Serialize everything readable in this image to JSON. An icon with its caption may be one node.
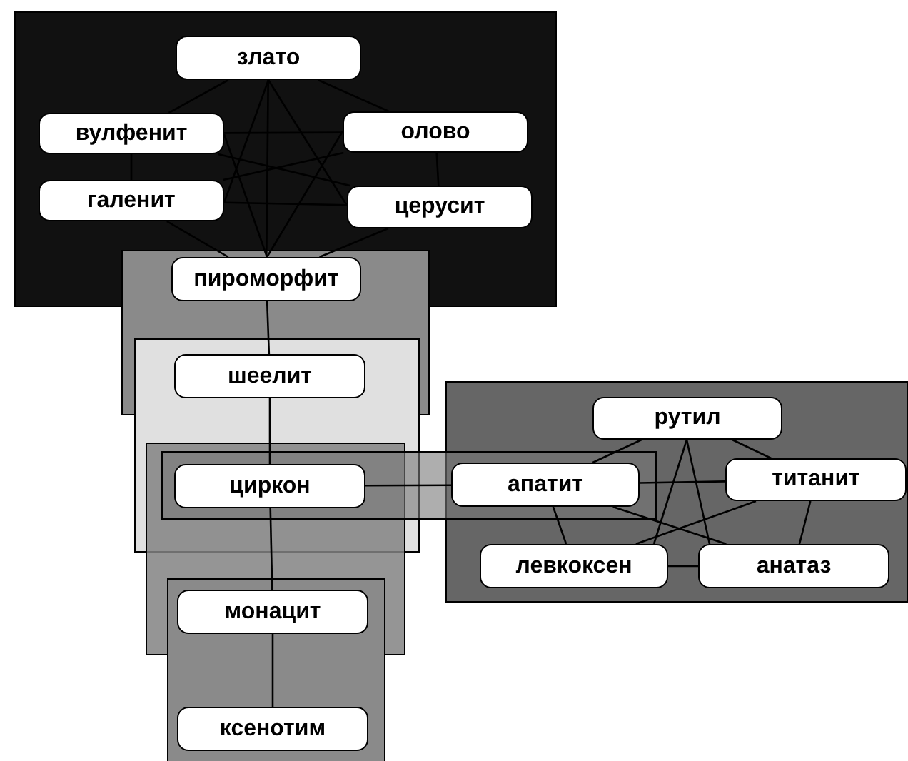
{
  "diagram": {
    "nodes": [
      {
        "text": [
          "злато"
        ]
      },
      {
        "text": [
          "вулфенит"
        ]
      },
      {
        "text": [
          "олово"
        ]
      },
      {
        "text": [
          "галенит"
        ]
      },
      {
        "text": [
          "церусит"
        ]
      },
      {
        "text": [
          "пироморфит"
        ]
      },
      {
        "text": [
          "шеелит"
        ]
      },
      {
        "text": [
          "рутил"
        ]
      },
      {
        "text": [
          "циркон"
        ]
      },
      {
        "text": [
          "апатит"
        ]
      },
      {
        "text": [
          "титанит"
        ]
      },
      {
        "text": [
          "левкоксен"
        ]
      },
      {
        "text": [
          "анатаз"
        ]
      },
      {
        "text": [
          "монацит"
        ]
      },
      {
        "text": [
          "ксенотим"
        ]
      }
    ],
    "edges": [
      {
        "from": 0,
        "to": 1,
        "arrow": "none"
      },
      {
        "from": 0,
        "to": 2,
        "arrow": "none"
      },
      {
        "from": 0,
        "to": 3,
        "arrow": "none"
      },
      {
        "from": 0,
        "to": 4,
        "arrow": "none"
      },
      {
        "from": 0,
        "to": 5,
        "arrow": "none"
      },
      {
        "from": 1,
        "to": 2,
        "arrow": "none"
      },
      {
        "from": 1,
        "to": 3,
        "arrow": "none"
      },
      {
        "from": 1,
        "to": 4,
        "arrow": "none"
      },
      {
        "from": 1,
        "to": 5,
        "arrow": "none"
      },
      {
        "from": 2,
        "to": 3,
        "arrow": "none"
      },
      {
        "from": 2,
        "to": 4,
        "arrow": "none"
      },
      {
        "from": 2,
        "to": 5,
        "arrow": "none"
      },
      {
        "from": 3,
        "to": 4,
        "arrow": "none"
      },
      {
        "from": 3,
        "to": 5,
        "arrow": "none"
      },
      {
        "from": 4,
        "to": 5,
        "arrow": "none"
      },
      {
        "from": 5,
        "to": 6,
        "arrow": "none"
      },
      {
        "from": 6,
        "to": 8,
        "arrow": "none"
      },
      {
        "from": 8,
        "to": 9,
        "arrow": "none"
      },
      {
        "from": 8,
        "to": 13,
        "arrow": "none"
      },
      {
        "from": 13,
        "to": 14,
        "arrow": "none"
      },
      {
        "from": 7,
        "to": 9,
        "arrow": "none"
      },
      {
        "from": 7,
        "to": 10,
        "arrow": "none"
      },
      {
        "from": 7,
        "to": 11,
        "arrow": "none"
      },
      {
        "from": 7,
        "to": 12,
        "arrow": "none"
      },
      {
        "from": 9,
        "to": 10,
        "arrow": "none"
      },
      {
        "from": 9,
        "to": 11,
        "arrow": "none"
      },
      {
        "from": 9,
        "to": 12,
        "arrow": "none"
      },
      {
        "from": 10,
        "to": 11,
        "arrow": "none"
      },
      {
        "from": 10,
        "to": 12,
        "arrow": "none"
      },
      {
        "from": 11,
        "to": 12,
        "arrow": "none"
      }
    ]
  }
}
